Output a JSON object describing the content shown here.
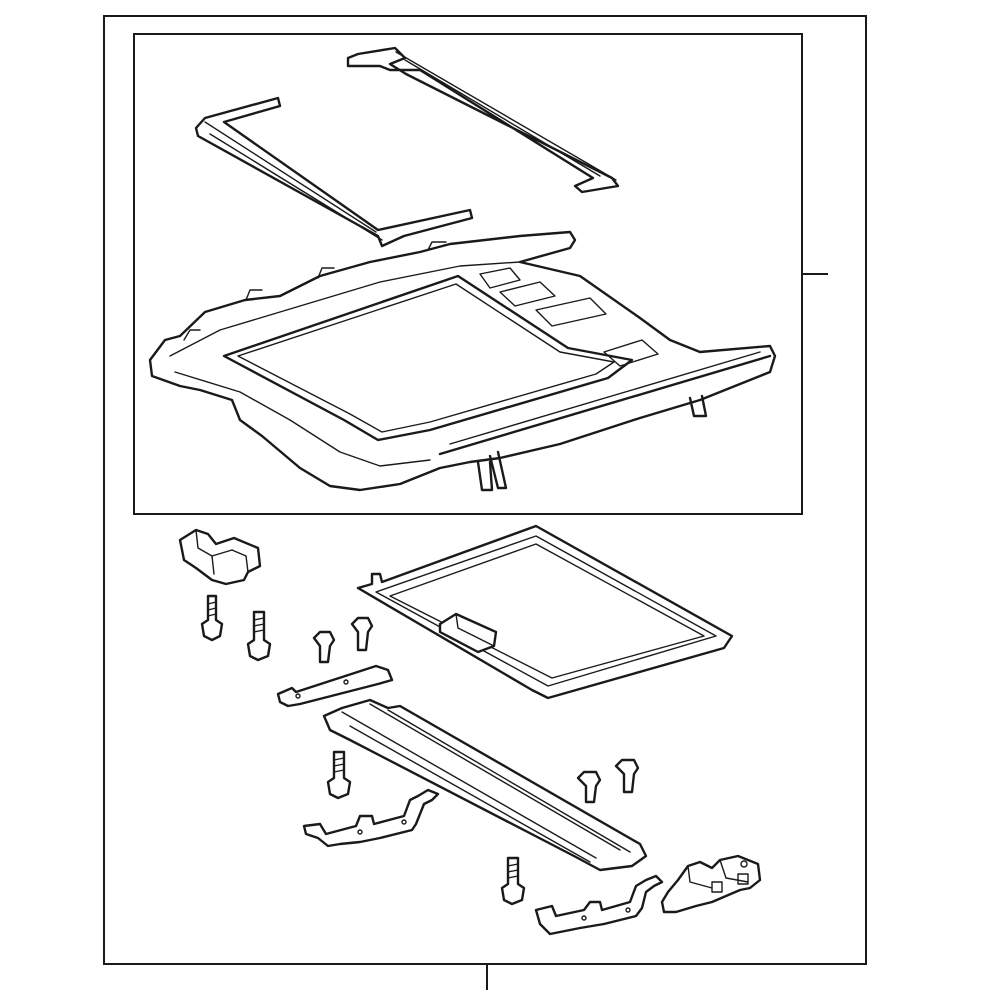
{
  "diagram": {
    "kind": "exploded-parts-view",
    "line_color": "#1a1a1a",
    "background": "#ffffff",
    "icons": [
      "glass-deflector",
      "rear-seal-strip",
      "sunroof-frame-assembly",
      "sunshade-panel",
      "switch-connector",
      "bolt",
      "mounting-bracket",
      "cross-member-rail",
      "hinge-bracket"
    ],
    "callouts": []
  }
}
